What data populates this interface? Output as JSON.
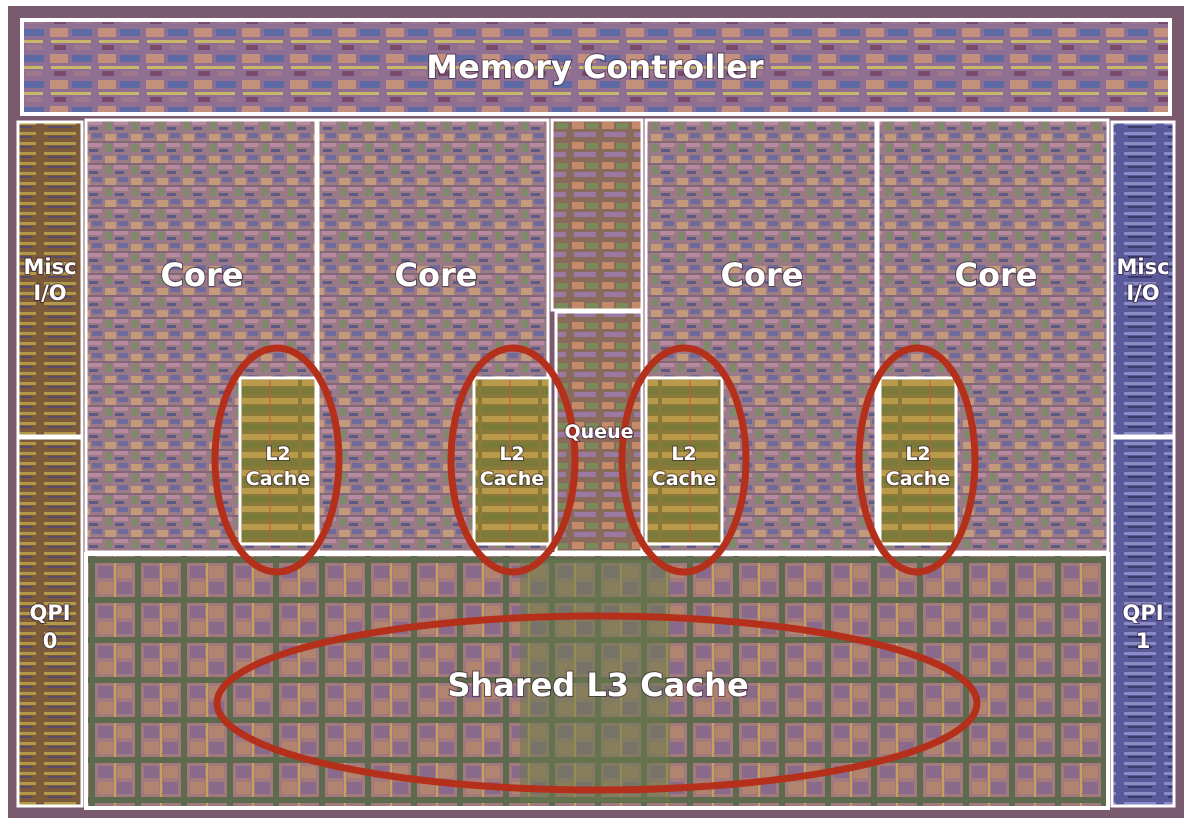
{
  "labels": {
    "memory_controller": "Memory Controller",
    "core": "Core",
    "misc_io_line1": "Misc",
    "misc_io_line2": "I/O",
    "queue": "Queue",
    "l2_line1": "L2",
    "l2_line2": "Cache",
    "qpi_line1": "QPI",
    "qpi0_line2": "0",
    "qpi1_line2": "1",
    "l3": "Shared L3 Cache"
  },
  "colors": {
    "highlight_ellipse": "#b5301b",
    "region_outline": "#ffffff",
    "die_background": "#7a5a6e"
  }
}
